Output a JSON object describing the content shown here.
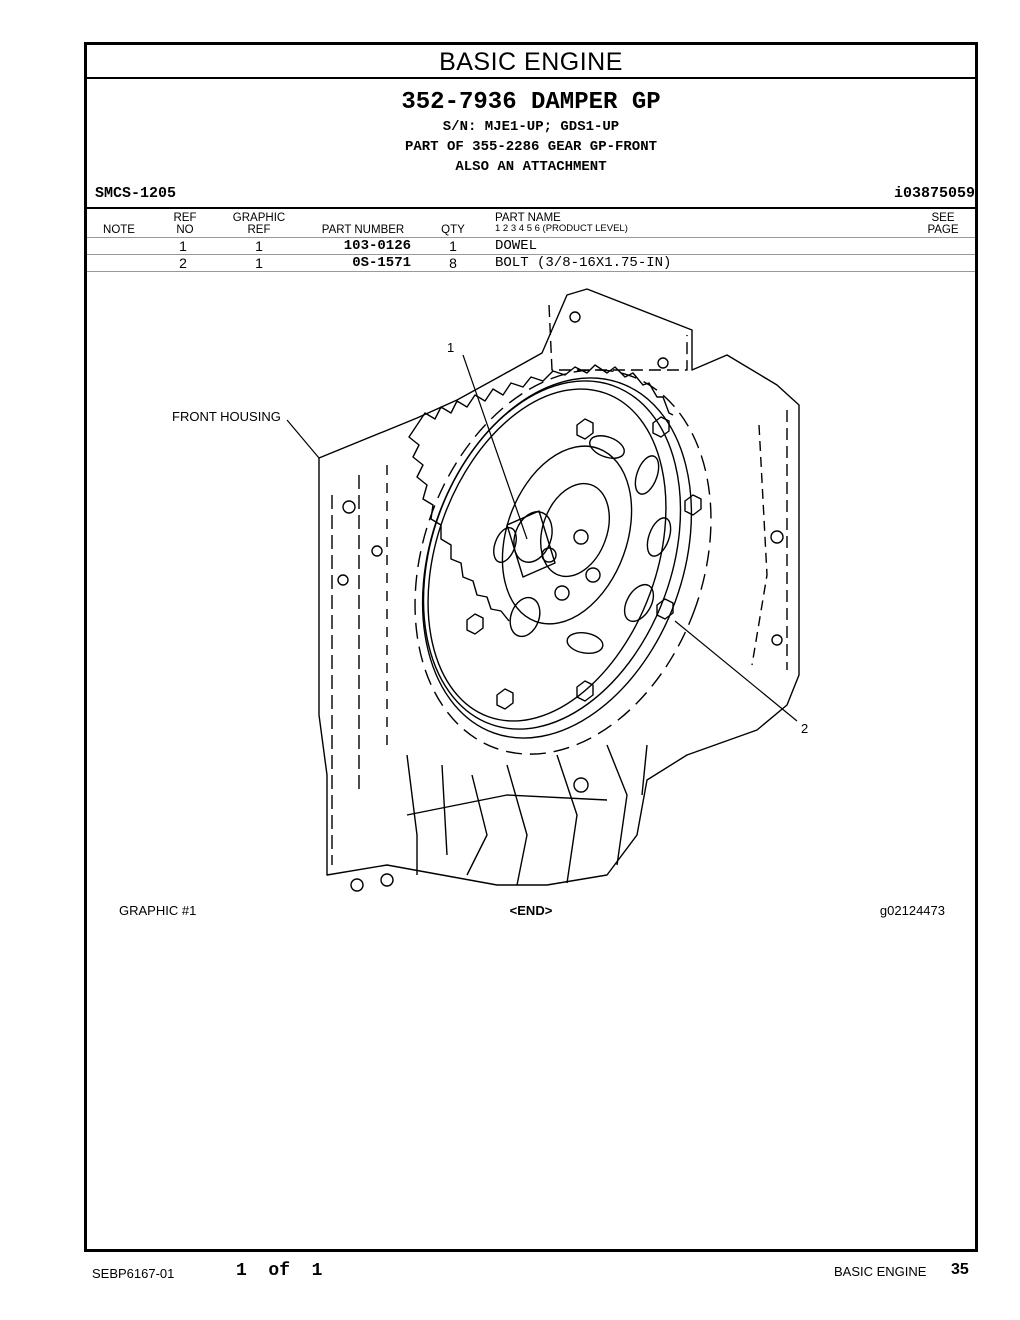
{
  "section_title": "BASIC ENGINE",
  "group": {
    "title": "352-7936  DAMPER GP",
    "sn": "S/N: MJE1-UP; GDS1-UP",
    "part_of": "PART OF 355-2286 GEAR GP-FRONT",
    "note": "ALSO AN ATTACHMENT"
  },
  "smcs": "SMCS-1205",
  "illustration_id": "i03875059",
  "table": {
    "headers": {
      "note": "NOTE",
      "ref_no_1": "REF",
      "ref_no_2": "NO",
      "graphic_ref_1": "GRAPHIC",
      "graphic_ref_2": "REF",
      "part_number": "PART NUMBER",
      "qty": "QTY",
      "part_name": "PART NAME",
      "levels": "1   2   3   4   5   6   (PRODUCT LEVEL)",
      "see_page_1": "SEE",
      "see_page_2": "PAGE"
    },
    "rows": [
      {
        "note": "",
        "ref_no": "1",
        "graphic_ref": "1",
        "part_number": "103-0126",
        "qty": "1",
        "part_name": "DOWEL"
      },
      {
        "note": "",
        "ref_no": "2",
        "graphic_ref": "1",
        "part_number": "0S-1571",
        "qty": "8",
        "part_name": "BOLT (3/8-16X1.75-IN)"
      }
    ]
  },
  "graphic": {
    "callout_1": "1",
    "callout_2": "2",
    "front_housing_label": "FRONT HOUSING"
  },
  "graphic_footer": {
    "left": "GRAPHIC #1",
    "center": "<END>",
    "right": "g02124473"
  },
  "page_footer": {
    "doc": "SEBP6167-01",
    "page_of": "1  of  1",
    "section": "BASIC ENGINE",
    "page_number": "35"
  }
}
